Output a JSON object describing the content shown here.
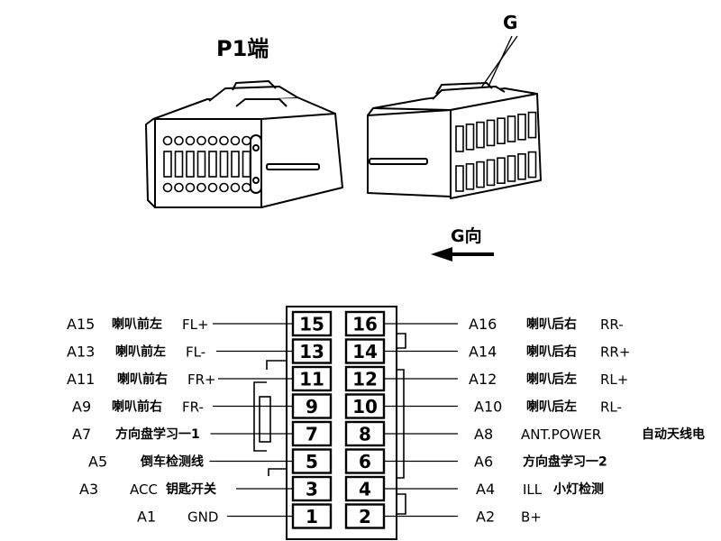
{
  "title": "P1端",
  "view_label": "G",
  "direction_label": "G向",
  "left_pins": [
    {
      "code": "A15",
      "cn": "喇叭前左",
      "sig": "FL+",
      "num": "15"
    },
    {
      "code": "A13",
      "cn": "喇叭前左",
      "sig": "FL-",
      "num": "13"
    },
    {
      "code": "A11",
      "cn": "喇叭前右",
      "sig": "FR+",
      "num": "11"
    },
    {
      "code": "A9",
      "cn": "喇叭前右",
      "sig": "FR-",
      "num": "9"
    },
    {
      "code": "A7",
      "cn": "方向盘学习一1",
      "sig": "",
      "num": "7"
    },
    {
      "code": "A5",
      "cn": "倒车检测线",
      "sig": "",
      "num": "5"
    },
    {
      "code": "A3",
      "cn": "钥匙开关",
      "sig": "ACC",
      "num": "3"
    },
    {
      "code": "A1",
      "cn": "",
      "sig": "GND",
      "num": "1"
    }
  ],
  "right_pins": [
    {
      "code": "A16",
      "cn": "喇叭后右",
      "sig": "RR-",
      "num": "16",
      "extra": ""
    },
    {
      "code": "A14",
      "cn": "喇叭后右",
      "sig": "RR+",
      "num": "14",
      "extra": ""
    },
    {
      "code": "A12",
      "cn": "喇叭后左",
      "sig": "RL+",
      "num": "12",
      "extra": ""
    },
    {
      "code": "A10",
      "cn": "喇叭后左",
      "sig": "RL-",
      "num": "10",
      "extra": ""
    },
    {
      "code": "A8",
      "cn": "",
      "sig": "ANT.POWER",
      "num": "8",
      "extra": "自动天线电"
    },
    {
      "code": "A6",
      "cn": "方向盘学习一2",
      "sig": "",
      "num": "6",
      "extra": ""
    },
    {
      "code": "A4",
      "cn": "小灯检测",
      "sig": "ILL",
      "num": "4",
      "extra": ""
    },
    {
      "code": "A2",
      "cn": "",
      "sig": "B+",
      "num": "2",
      "extra": ""
    }
  ]
}
